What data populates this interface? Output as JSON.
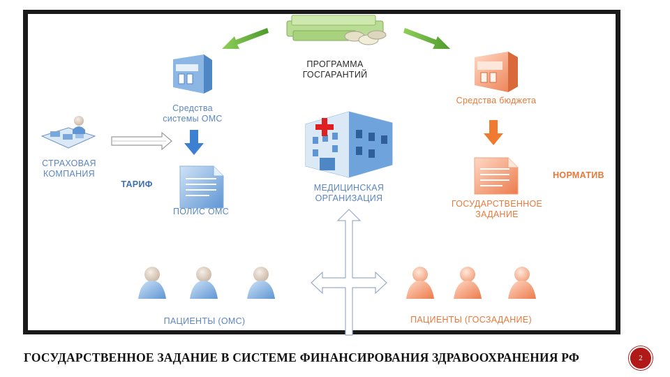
{
  "diagram": {
    "program": "ПРОГРАММА\nГОСГАРАНТИЙ",
    "oms_funds": "Средства\nсистемы ОМС",
    "budget_funds": "Средства бюджета",
    "insurance_company": "СТРАХОВАЯ\nКОМПАНИЯ",
    "tariff": "ТАРИФ",
    "oms_policy": "ПОЛИС ОМС",
    "medical_org": "МЕДИЦИНСКАЯ\nОРГАНИЗАЦИЯ",
    "norm": "НОРМАТИВ",
    "state_task": "ГОСУДАРСТВЕННОЕ\nЗАДАНИЕ",
    "patients_oms": "ПАЦИЕНТЫ (ОМС)",
    "patients_state": "ПАЦИЕНТЫ (ГОСЗАДАНИЕ)"
  },
  "footer": {
    "title": "ГОСУДАРСТВЕННОЕ ЗАДАНИЕ В СИСТЕМЕ ФИНАНСИРОВАНИЯ ЗДРАВООХРАНЕНИЯ РФ",
    "page_number": "2"
  },
  "colors": {
    "blue_text": "#5b86c2",
    "orange_text": "#e8793a",
    "green_arrow": "#5aa63a",
    "blue_icon": "#6fa3dc",
    "orange_icon": "#f29166",
    "page_badge": "#b11818"
  }
}
